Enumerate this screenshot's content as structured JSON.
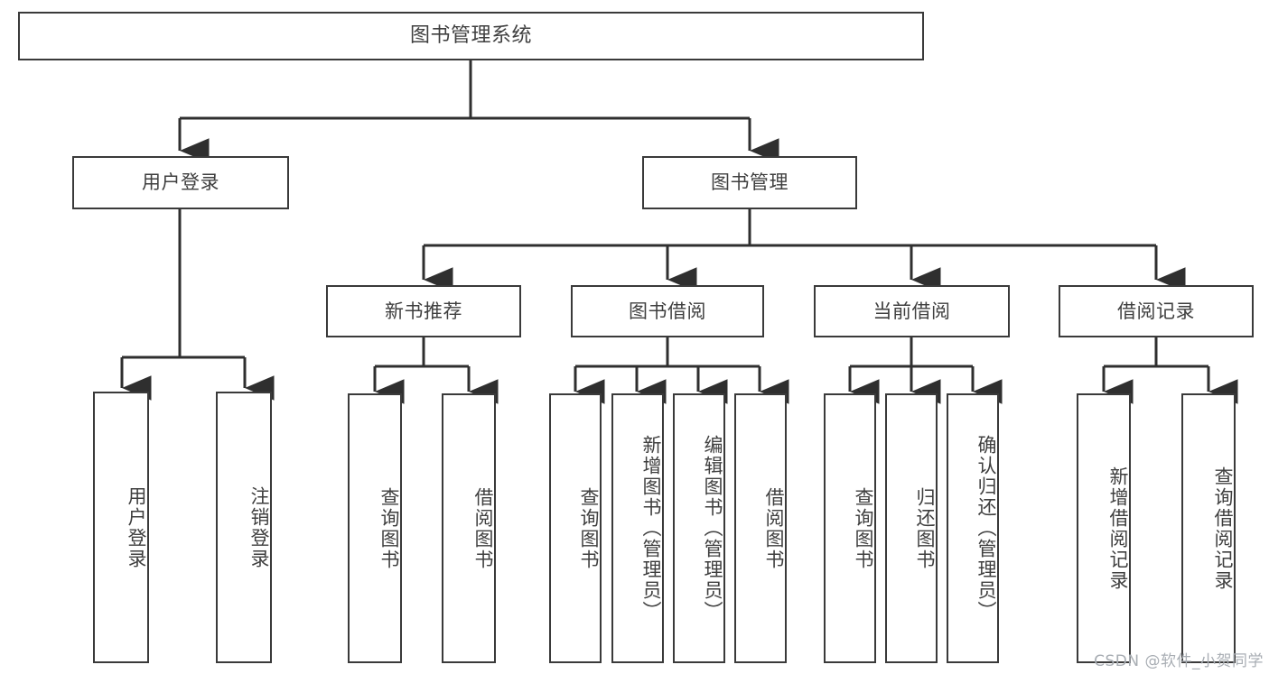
{
  "diagram": {
    "title": "图书管理系统",
    "type": "tree-hierarchy-diagram",
    "colors": {
      "box_border": "#3a3a3a",
      "box_fill": "#ffffff",
      "edge": "#2f2f2f",
      "text": "#3f3f3f",
      "watermark": "#a9aeb4",
      "background": "#ffffff"
    },
    "watermark": "CSDN @软件_小贺同学",
    "root": {
      "label": "图书管理系统"
    },
    "level1": [
      {
        "id": "user-login",
        "label": "用户登录"
      },
      {
        "id": "book-manage",
        "label": "图书管理"
      }
    ],
    "level2": [
      {
        "id": "new-book-recommend",
        "label": "新书推荐",
        "parent": "book-manage"
      },
      {
        "id": "book-borrow",
        "label": "图书借阅",
        "parent": "book-manage"
      },
      {
        "id": "current-borrow",
        "label": "当前借阅",
        "parent": "book-manage"
      },
      {
        "id": "borrow-record",
        "label": "借阅记录",
        "parent": "book-manage"
      }
    ],
    "leaves": [
      {
        "id": "leaf-user-login",
        "label": "用户登录",
        "parent": "user-login"
      },
      {
        "id": "leaf-user-logout",
        "label": "注销登录",
        "parent": "user-login"
      },
      {
        "id": "leaf-query-book-1",
        "label": "查询图书",
        "parent": "new-book-recommend"
      },
      {
        "id": "leaf-borrow-book-1",
        "label": "借阅图书",
        "parent": "new-book-recommend"
      },
      {
        "id": "leaf-query-book-2",
        "label": "查询图书",
        "parent": "book-borrow"
      },
      {
        "id": "leaf-add-book",
        "label": "新增图书（管理员）",
        "parent": "book-borrow"
      },
      {
        "id": "leaf-edit-book",
        "label": "编辑图书（管理员）",
        "parent": "book-borrow"
      },
      {
        "id": "leaf-borrow-book-2",
        "label": "借阅图书",
        "parent": "book-borrow"
      },
      {
        "id": "leaf-query-book-3",
        "label": "查询图书",
        "parent": "current-borrow"
      },
      {
        "id": "leaf-return-book",
        "label": "归还图书",
        "parent": "current-borrow"
      },
      {
        "id": "leaf-confirm-return",
        "label": "确认归还（管理员）",
        "parent": "current-borrow"
      },
      {
        "id": "leaf-add-record",
        "label": "新增借阅记录",
        "parent": "borrow-record"
      },
      {
        "id": "leaf-query-record",
        "label": "查询借阅记录",
        "parent": "borrow-record"
      }
    ]
  }
}
